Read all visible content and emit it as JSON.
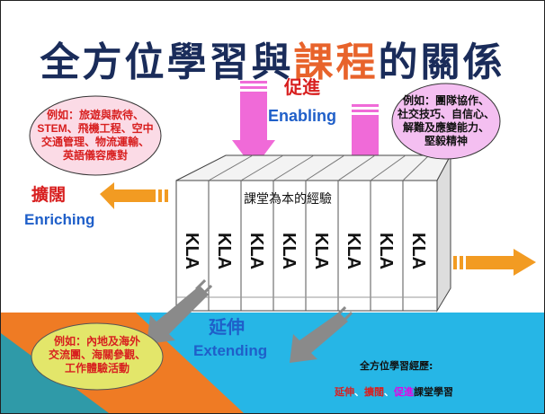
{
  "title": {
    "part1": "全方位學習與",
    "highlight": "課程",
    "part2": "的關係"
  },
  "enabling": {
    "zh": "促進",
    "en": "Enabling"
  },
  "enriching": {
    "zh": "擴闊",
    "en": "Enriching"
  },
  "extending": {
    "zh": "延伸",
    "en": "Extending"
  },
  "center_label": "課堂為本的經驗",
  "kla_label": "KLA",
  "notes": {
    "enriching_example": [
      "例如：旅遊與款待、",
      "STEM、飛機工程、空中",
      "交通管理、物流運輸、",
      "英語儀容應對"
    ],
    "enabling_example": [
      "例如：團隊協作、",
      "社交技巧、自信心、",
      "解難及應變能力、",
      "堅毅精神"
    ],
    "extending_example": [
      "例如：內地及海外",
      "交流團、海關參觀、",
      "工作體驗活動"
    ]
  },
  "summary": {
    "heading": "全方位學習經歷:",
    "w1": "延伸",
    "sep": "、",
    "w2": "擴闊",
    "w3": "促進",
    "tail": "課堂學習"
  },
  "colors": {
    "title": "#1a2c5a",
    "title_highlight": "#e8632b",
    "red": "#d81f1f",
    "blue": "#1f5fc9",
    "enabling_arrow": "#f06ad8",
    "enriching_arrow": "#f29b22",
    "extending_arrow": "#8a8a8a",
    "bottom_orange": "#ef7b24",
    "bottom_blue": "#26b6e6",
    "bottom_teal": "#2f9aa8"
  }
}
